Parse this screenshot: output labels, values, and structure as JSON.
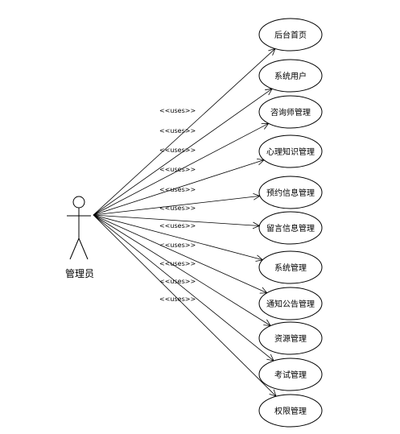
{
  "actor": {
    "name": "管理员"
  },
  "stereotype": "<<uses>>",
  "use_cases": [
    "后台首页",
    "系统用户",
    "咨询师管理",
    "心理知识管理",
    "预约信息管理",
    "留言信息管理",
    "系统管理",
    "通知公告管理",
    "资源管理",
    "考试管理",
    "权限管理"
  ]
}
